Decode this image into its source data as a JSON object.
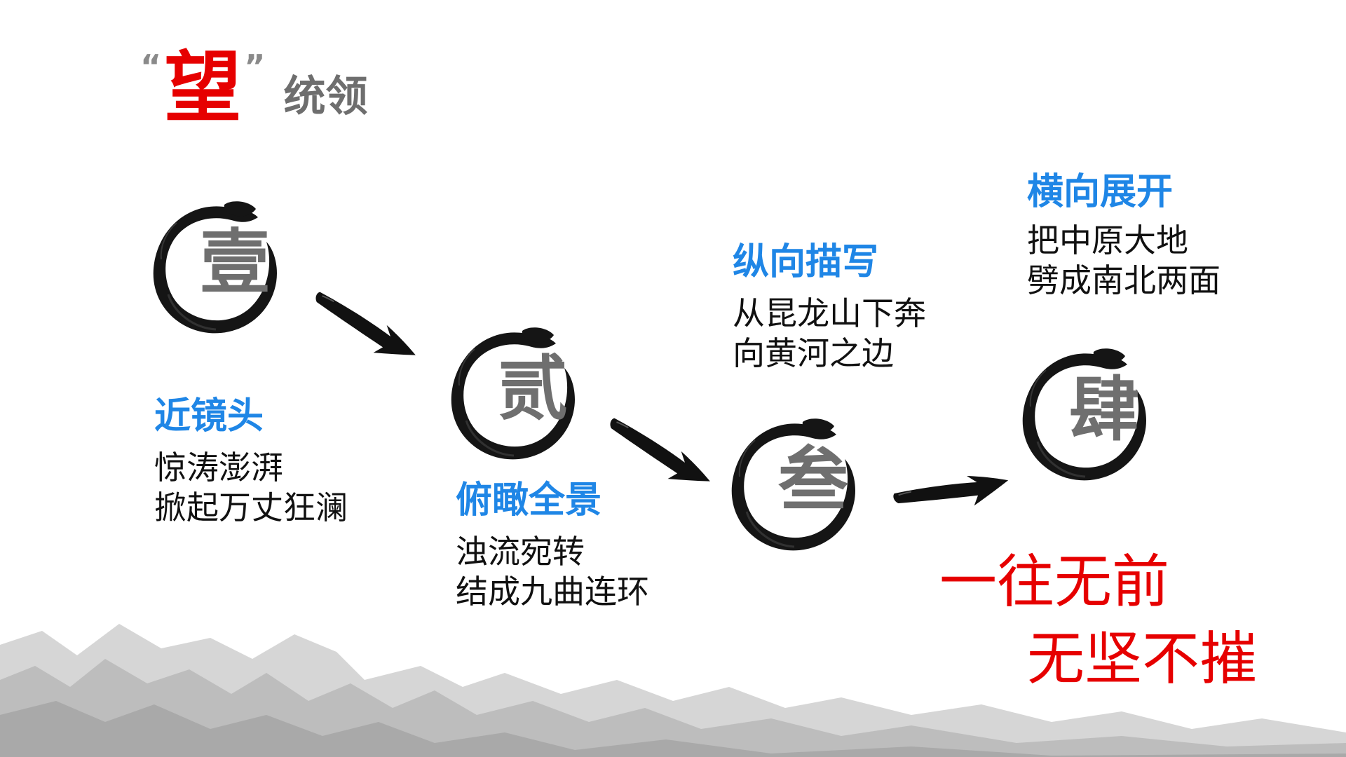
{
  "title": {
    "open_quote": "“",
    "big_char": "望",
    "close_quote": "”",
    "rest": "统领"
  },
  "steps": [
    {
      "numeral": "壹",
      "heading": "近镜头",
      "lines": [
        "惊涛澎湃",
        "掀起万丈狂澜"
      ]
    },
    {
      "numeral": "贰",
      "heading": "俯瞰全景",
      "lines": [
        "浊流宛转",
        "结成九曲连环"
      ]
    },
    {
      "numeral": "叁",
      "heading": "纵向描写",
      "lines": [
        "从昆龙山下奔",
        "向黄河之边"
      ]
    },
    {
      "numeral": "肆",
      "heading": "横向展开",
      "lines": [
        "把中原大地",
        "劈成南北两面"
      ]
    }
  ],
  "slogan": {
    "line1": "一往无前",
    "line2": "无坚不摧"
  },
  "colors": {
    "accent_red": "#e60000",
    "heading_blue": "#1f86e6",
    "numeral_gray": "#6f6f6f",
    "ink": "#111111"
  },
  "icons": [
    "ink-circle-icon",
    "brush-arrow-icon",
    "mountain-landscape"
  ]
}
